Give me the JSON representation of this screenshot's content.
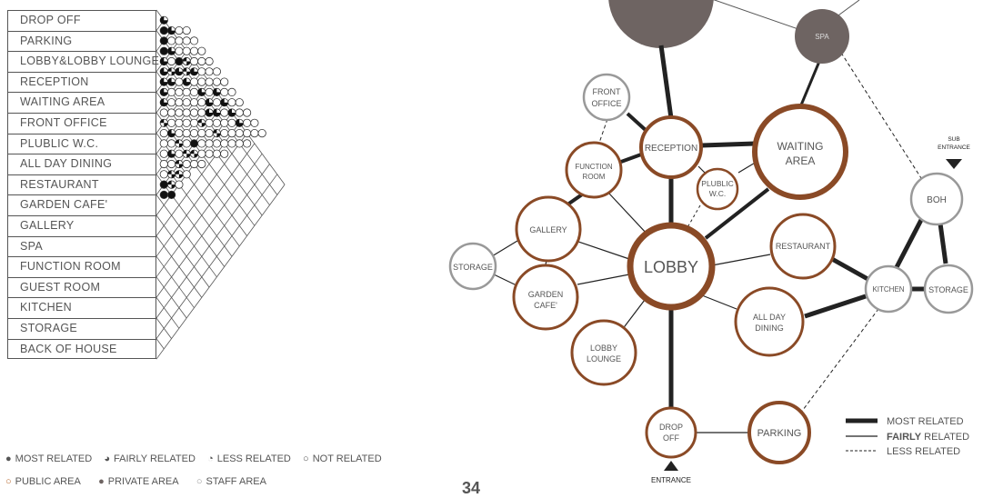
{
  "matrix": {
    "spaces": [
      "DROP OFF",
      "PARKING",
      "LOBBY&LOBBY LOUNGE",
      "RECEPTION",
      "WAITING AREA",
      "FRONT OFFICE",
      "PLUBLIC W.C.",
      "ALL DAY DINING",
      "RESTAURANT",
      "GARDEN CAFE'",
      "GALLERY",
      "SPA",
      "FUNCTION ROOM",
      "GUEST ROOM",
      "KITCHEN",
      "STORAGE",
      "BACK OF HOUSE"
    ]
  },
  "legend_relations": {
    "most": "MOST RELATED",
    "fairly": "FAIRLY RELATED",
    "less": "LESS RELATED",
    "not": "NOT RELATED"
  },
  "legend_areas": {
    "public": "PUBLIC AREA",
    "private": "PRIVATE AREA",
    "staff": "STAFF AREA"
  },
  "page_number": "34",
  "bubble": {
    "nodes": {
      "spa": "SPA",
      "front_office": [
        "FRONT",
        "OFFICE"
      ],
      "reception": "RECEPTION",
      "waiting": [
        "WAITING",
        "AREA"
      ],
      "function_room": [
        "FUNCTION",
        "ROOM"
      ],
      "public_wc": [
        "PLUBLIC",
        "W.C."
      ],
      "gallery": "GALLERY",
      "lobby": "LOBBY",
      "restaurant": "RESTAURANT",
      "storage_left": "STORAGE",
      "garden_cafe": [
        "GARDEN",
        "CAFE'"
      ],
      "all_day_dining": [
        "ALL DAY",
        "DINING"
      ],
      "lobby_lounge": [
        "LOBBY",
        "LOUNGE"
      ],
      "drop_off": [
        "DROP",
        "OFF"
      ],
      "parking": "PARKING",
      "boh": "BOH",
      "kitchen": "KITCHEN",
      "storage_right": "STORAGE"
    },
    "entrance": "ENTRANCE",
    "sub_entrance": [
      "SUB",
      "ENTRANCE"
    ],
    "line_legend": {
      "most": "MOST RELATED",
      "fairly_bold": "FAIRLY",
      "fairly_rest": " RELATED",
      "less": "LESS RELATED"
    }
  },
  "colors": {
    "public": "#8a4a26",
    "private": "#6e6462",
    "staff": "#999999",
    "text": "#555555"
  }
}
